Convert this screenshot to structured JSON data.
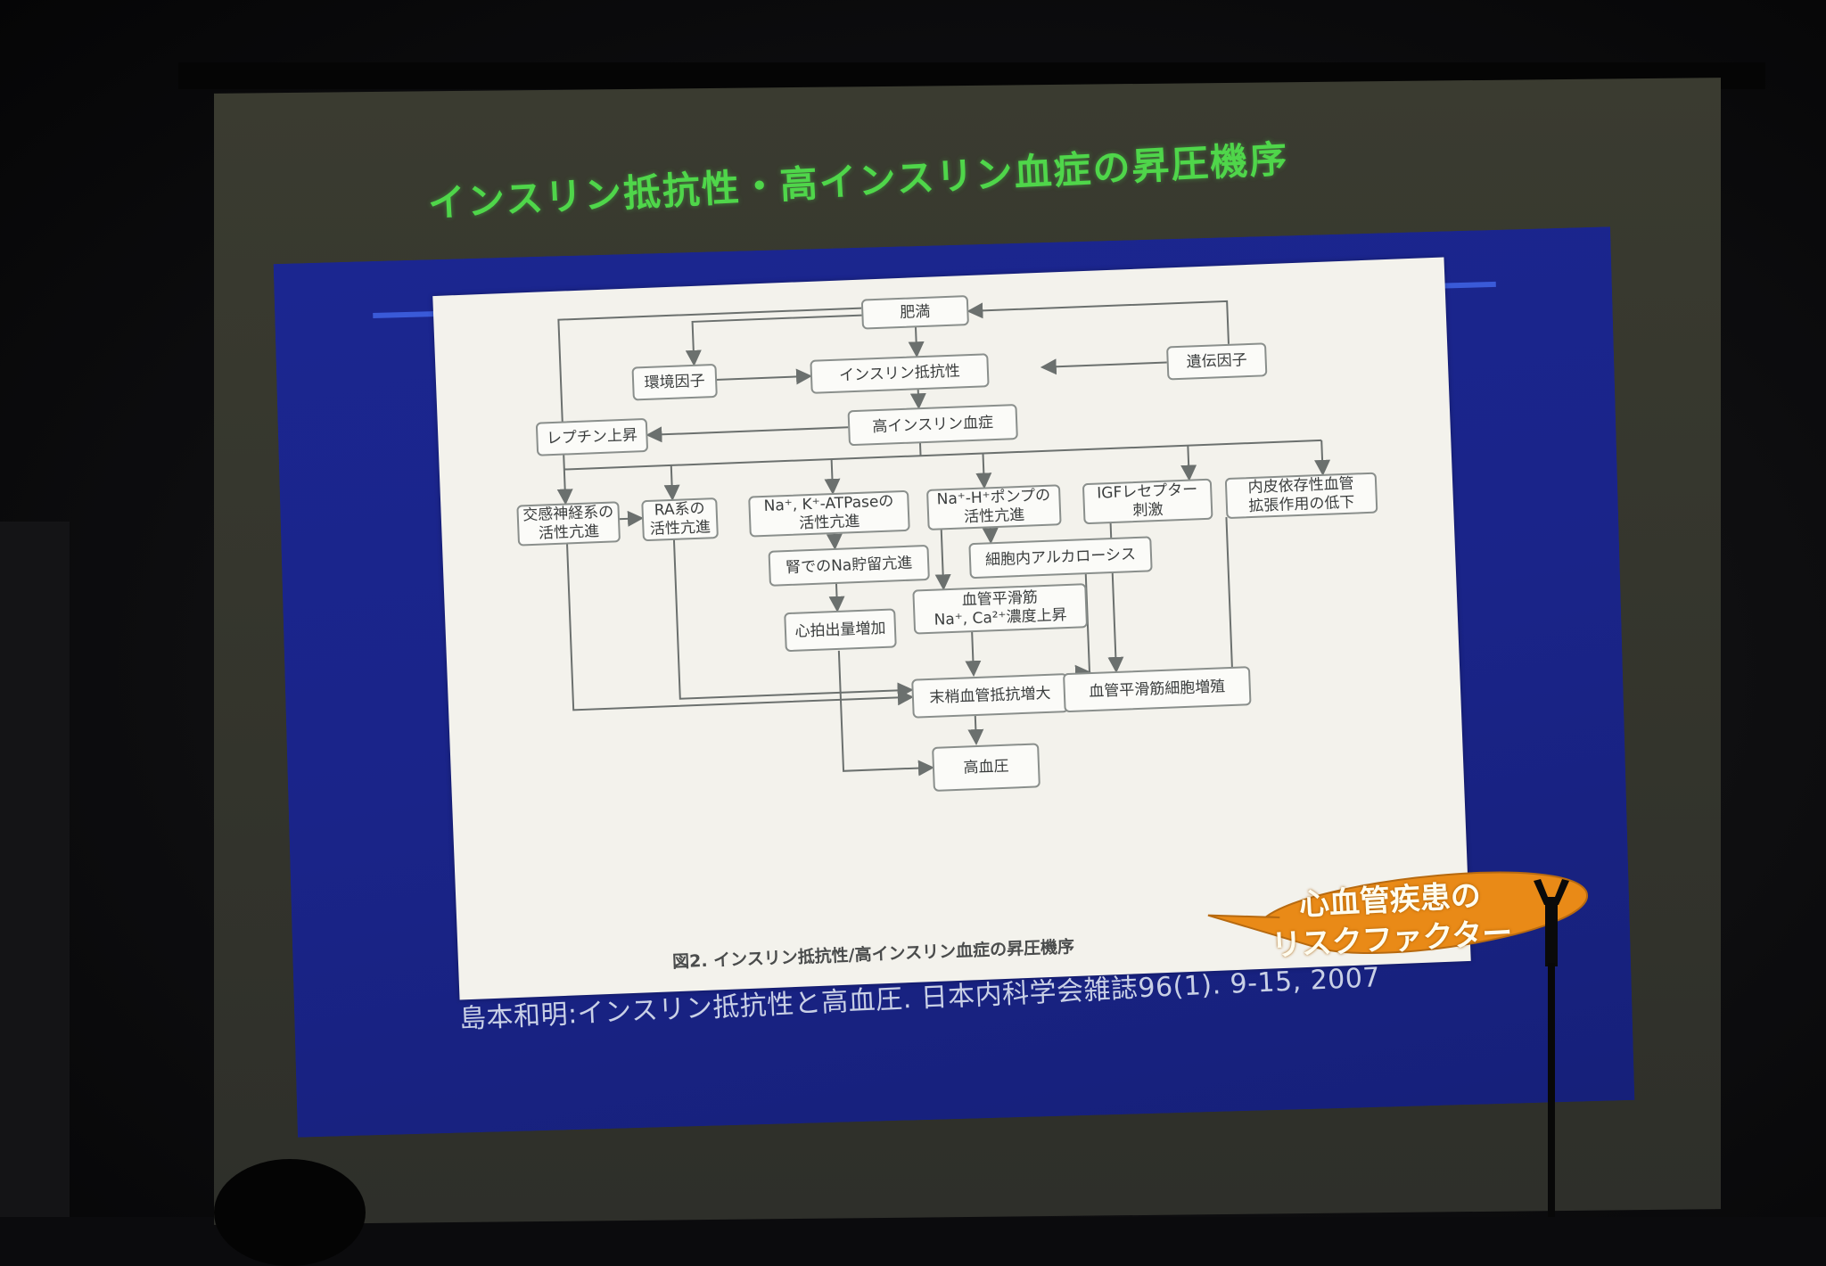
{
  "slide": {
    "title": "インスリン抵抗性・高インスリン血症の昇圧機序",
    "citation": "島本和明:インスリン抵抗性と高血圧. 日本内科学会雑誌96(1). 9-15, 2007",
    "callout": {
      "line1": "心血管疾患の",
      "line2": "リスクファクター"
    }
  },
  "diagram": {
    "caption": "図2.  インスリン抵抗性/高インスリン血症の昇圧機序",
    "nodes": {
      "obesity": "肥満",
      "environment": "環境因子",
      "insulin_resistance": "インスリン抵抗性",
      "genetics": "遺伝因子",
      "leptin": "レプチン上昇",
      "hyperinsulinemia": "高インスリン血症",
      "sympathetic_l1": "交感神経系の",
      "sympathetic_l2": "活性亢進",
      "ra_l1": "RA系の",
      "ra_l2": "活性亢進",
      "nak_l1": "Na⁺, K⁺-ATPaseの",
      "nak_l2": "活性亢進",
      "nah_l1": "Na⁺-H⁺ポンプの",
      "nah_l2": "活性亢進",
      "igf_l1": "IGFレセプター",
      "igf_l2": "刺激",
      "endo_l1": "内皮依存性血管",
      "endo_l2": "拡張作用の低下",
      "renal_na": "腎でのNa貯留亢進",
      "alkalosis": "細胞内アルカローシス",
      "vsm_l1": "血管平滑筋",
      "vsm_l2": "Na⁺, Ca²⁺濃度上昇",
      "cardiac_output": "心拍出量増加",
      "peripheral_resistance": "末梢血管抵抗増大",
      "vsm_proliferation": "血管平滑筋細胞増殖",
      "hypertension": "高血圧"
    }
  }
}
